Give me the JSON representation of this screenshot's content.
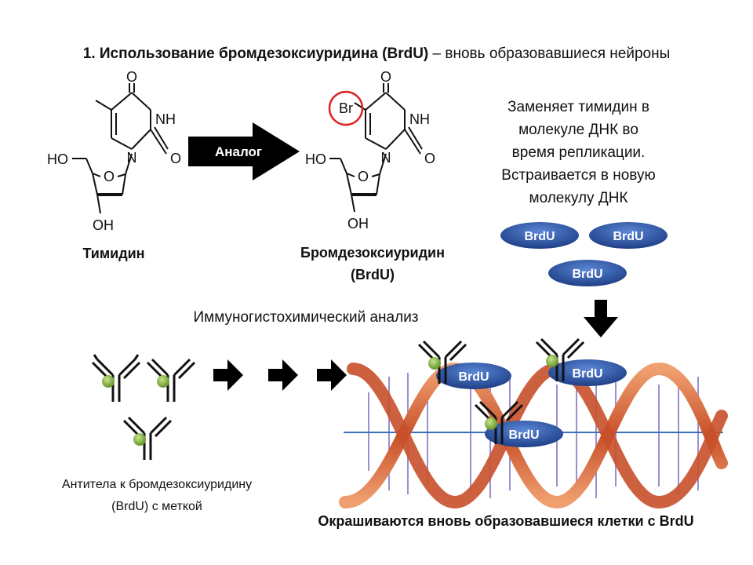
{
  "title": {
    "bold": "1. Использование бромдезоксиуридина (BrdU)",
    "rest": " – вновь образовавшиеся нейроны"
  },
  "thymidine": {
    "name": "Тимидин",
    "atoms": {
      "o_top": "O",
      "nh": "NH",
      "o_right": "O",
      "ho": "HO",
      "o_ring": "O",
      "oh": "OH",
      "n": "N"
    }
  },
  "analog_arrow": {
    "label": "Аналог"
  },
  "brdu_molecule": {
    "name_line1": "Бромдезоксиуридин",
    "name_line2": "(BrdU)",
    "atoms": {
      "br": "Br",
      "o_top": "O",
      "nh": "NH",
      "o_right": "O",
      "ho": "HO",
      "o_ring": "O",
      "oh": "OH",
      "n": "N"
    },
    "highlight_color": "#e02020"
  },
  "replacement_note": {
    "lines": [
      "Заменяет тимидин в",
      "молекуле ДНК во",
      "время репликации.",
      "Встраивается в новую",
      "молекулу ДНК"
    ]
  },
  "brdu_labels": [
    "BrdU",
    "BrdU",
    "BrdU"
  ],
  "ihc": {
    "label": "Иммуногистохимический анализ"
  },
  "antibodies_caption": {
    "line1": "Антитела  к бромдезоксиуридину",
    "line2": "(BrdU)  с меткой"
  },
  "dna_brdu_labels": [
    "BrdU",
    "BrdU",
    "BrdU"
  ],
  "footer": {
    "label": "Окрашиваются вновь образовавшиеся клетки с BrdU"
  },
  "colors": {
    "pill_blue": "#2f5bb0",
    "helix_orange": "#d9643a",
    "rung_violet": "#9a90d0",
    "axis_blue": "#3a70c0",
    "label_green": "#8cc050"
  }
}
